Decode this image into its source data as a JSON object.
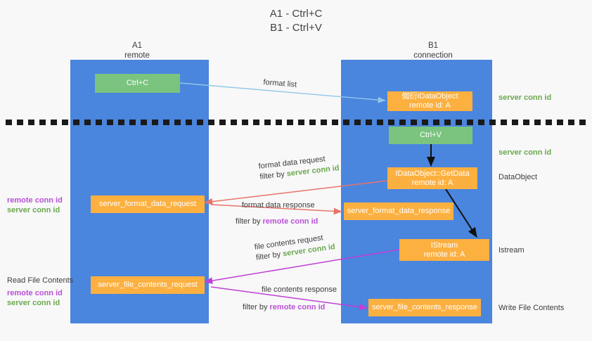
{
  "title": {
    "line1": "A1 - Ctrl+C",
    "line2": "B1 - Ctrl+V"
  },
  "lanes": [
    {
      "id": "a1",
      "name": "A1",
      "role": "remote"
    },
    {
      "id": "b1",
      "name": "B1",
      "role": "connection"
    }
  ],
  "boxes": {
    "ctrl_c": "Ctrl+C",
    "ctrl_v": "Ctrl+V",
    "data_object_remote": "侞衍IDataObject\nremote id: A",
    "data_object_remote_l1": "侞衍IDataObject",
    "data_object_remote_l2": "remote id: A",
    "get_data_l1": "IDataObject::GetData",
    "get_data_l2": "remote id: A",
    "istream_l1": "IStream",
    "istream_l2": "remote id: A",
    "server_format_data_request": "server_format_data_request",
    "server_format_data_response": "server_format_data_response",
    "server_file_contents_request": "server_file_contents_request",
    "server_file_contents_response": "server_file_contents_response"
  },
  "arrow_labels": {
    "format_list": "format list",
    "format_data_request": "format data request",
    "format_data_request_filter_prefix": "filter by ",
    "format_data_request_filter_key": "server conn id",
    "format_data_response": "format data response",
    "format_data_response_filter_prefix": "filter by ",
    "format_data_response_filter_key": "remote conn id",
    "file_contents_request": "file contents request",
    "file_contents_request_filter_prefix": "filter by ",
    "file_contents_request_filter_key": "server conn id",
    "file_contents_response": "file contents response",
    "file_contents_response_filter_prefix": "filter by ",
    "file_contents_response_filter_key": "remote conn id"
  },
  "side_labels": {
    "server_conn_id_top": "server conn id",
    "server_conn_id_second": "server conn id",
    "data_object": "DataObject",
    "istream": "Istream",
    "write_file_contents": "Write File Contents",
    "read_file_contents": "Read File Contents",
    "remote_conn_id_left_1": "remote conn id",
    "server_conn_id_left_1": "server conn id",
    "remote_conn_id_left_2": "remote conn id",
    "server_conn_id_left_2": "server conn id"
  },
  "colors": {
    "lane": "#4a85de",
    "green_box": "#7ac47f",
    "orange_box": "#fcb040",
    "green_text": "#6aa84f",
    "magenta_text": "#b950d8",
    "light_blue_arrow": "#8ec7e8",
    "red_arrow": "#e8736a",
    "magenta_arrow": "#c13fd6",
    "black_arrow": "#111111",
    "background": "#f8f8f8"
  }
}
